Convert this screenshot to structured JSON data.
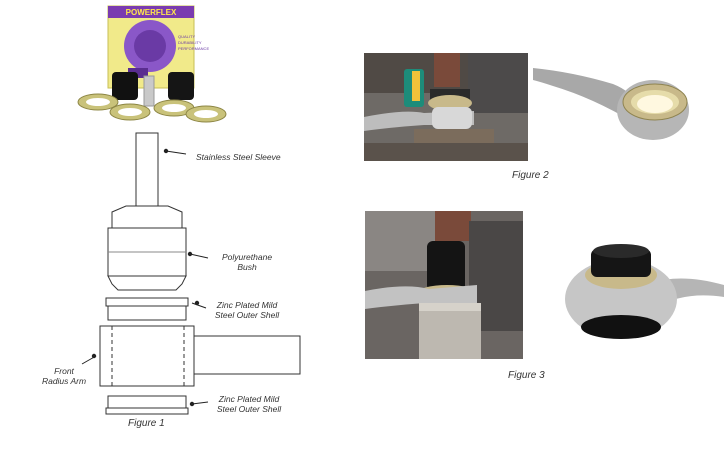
{
  "product_box": {
    "brand": "POWERFLEX",
    "box_text_lines": [
      "QUALITY",
      "DURABILITY",
      "PERFORMANCE"
    ]
  },
  "diagram": {
    "labels": {
      "sleeve": "Stainless Steel Sleeve",
      "bush_line1": "Polyurethane",
      "bush_line2": "Bush",
      "shell_top_line1": "Zinc Plated Mild",
      "shell_top_line2": "Steel Outer Shell",
      "arm_line1": "Front",
      "arm_line2": "Radius Arm",
      "shell_bottom_line1": "Zinc Plated Mild",
      "shell_bottom_line2": "Steel Outer Shell"
    },
    "caption": "Figure 1"
  },
  "figures": {
    "figure2_caption": "Figure 2",
    "figure3_caption": "Figure 3"
  }
}
